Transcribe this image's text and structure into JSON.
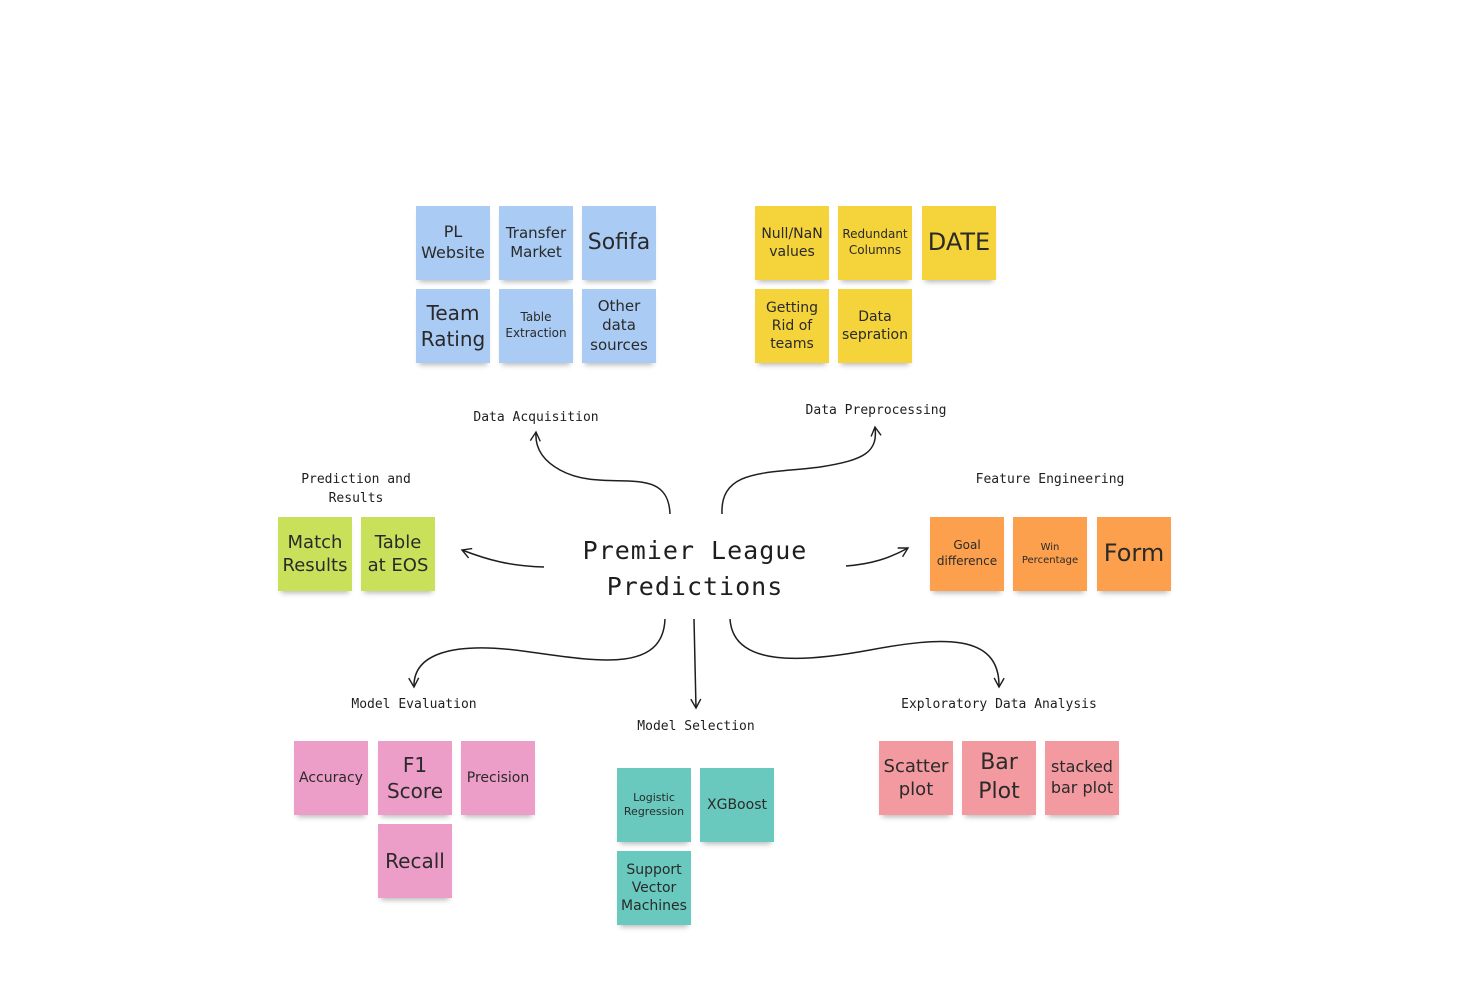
{
  "central_topic": "Premier League Predictions",
  "branches": {
    "data_acquisition": {
      "label": "Data Acquisition",
      "notes": [
        "PL Website",
        "Transfer Market",
        "Sofifa",
        "Team Rating",
        "Table Extraction",
        "Other data sources"
      ],
      "color": "#a9cbf4"
    },
    "data_preprocessing": {
      "label": "Data Preprocessing",
      "notes": [
        "Null/NaN values",
        "Redundant Columns",
        "DATE",
        "Getting Rid of teams",
        "Data sepration"
      ],
      "color": "#f4d33b"
    },
    "feature_engineering": {
      "label": "Feature Engineering",
      "notes": [
        "Goal difference",
        "Win Percentage",
        "Form"
      ],
      "color": "#fca04d"
    },
    "prediction_results": {
      "label": "Prediction and Results",
      "notes": [
        "Match Results",
        "Table at EOS"
      ],
      "color": "#c9e05a"
    },
    "model_evaluation": {
      "label": "Model Evaluation",
      "notes": [
        "Accuracy",
        "F1 Score",
        "Precision",
        "Recall"
      ],
      "color": "#ec9ec8"
    },
    "model_selection": {
      "label": "Model Selection",
      "notes": [
        "Logistic Regression",
        "XGBoost",
        "Support Vector Machines"
      ],
      "color": "#69c9be"
    },
    "eda": {
      "label": "Exploratory Data Analysis",
      "notes": [
        "Scatter plot",
        "Bar Plot",
        "stacked bar plot"
      ],
      "color": "#f29aa0"
    }
  }
}
